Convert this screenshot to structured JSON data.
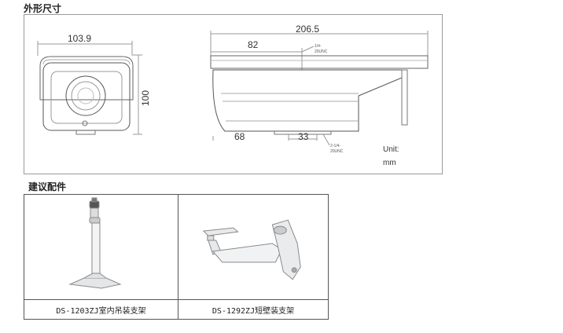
{
  "headings": {
    "dimensions": "外形尺寸",
    "accessories": "建议配件"
  },
  "front_view": {
    "width_label": "103.9",
    "height_label": "100"
  },
  "side_view": {
    "length_label": "206.5",
    "mount_offset_label": "82",
    "front_label": "68",
    "bottom_hole_label": "33",
    "top_thread_line1": "1/4-",
    "top_thread_line2": "20UNC",
    "bottom_thread_line1": "2-1/4-",
    "bottom_thread_line2": "20UNC"
  },
  "units": {
    "line1": "Unit:",
    "line2": "mm"
  },
  "accessories": [
    {
      "caption": "DS-1203ZJ室内吊装支架",
      "icon": "ceiling-mount-bracket-icon"
    },
    {
      "caption": "DS-1292ZJ短壁装支架",
      "icon": "wall-mount-bracket-icon"
    }
  ]
}
